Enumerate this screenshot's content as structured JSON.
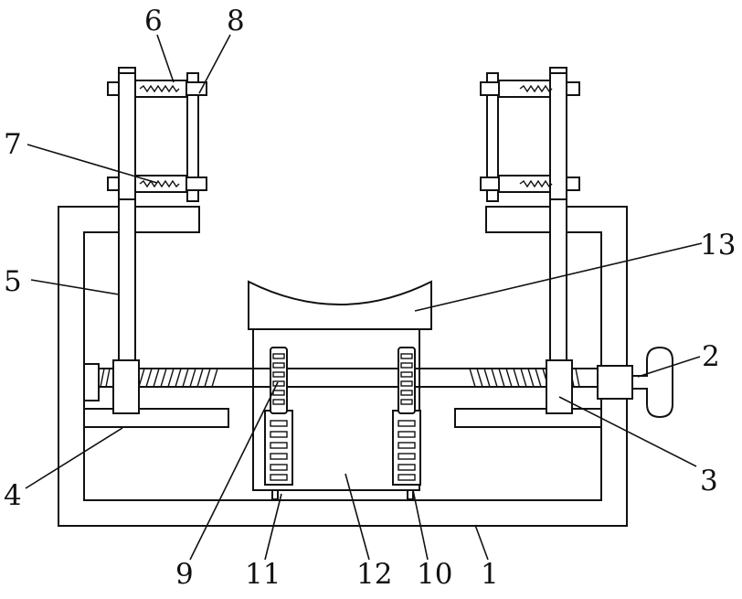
{
  "labels": {
    "l1": "1",
    "l2": "2",
    "l3": "3",
    "l4": "4",
    "l5": "5",
    "l6": "6",
    "l7": "7",
    "l8": "8",
    "l9": "9",
    "l10": "10",
    "l11": "11",
    "l12": "12",
    "l13": "13"
  },
  "colors": {
    "line": "#111111",
    "background": "#ffffff"
  }
}
